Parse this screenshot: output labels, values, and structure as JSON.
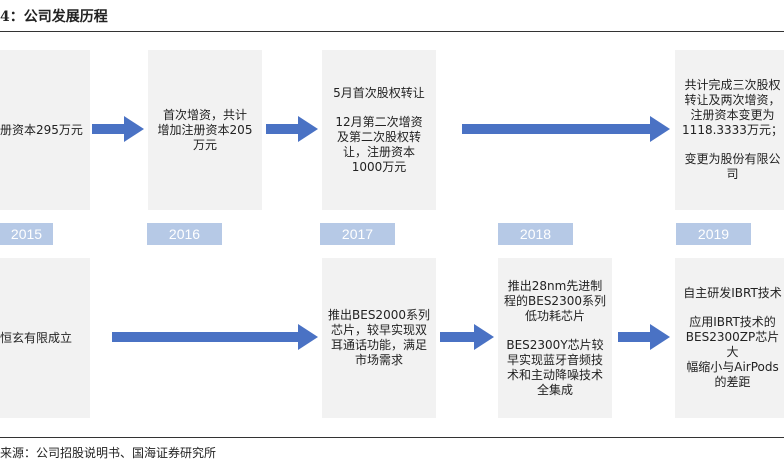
{
  "title": "4：公司发展历程",
  "colors": {
    "arrow": "#4a72c4",
    "year_bg": "#b6c9e6",
    "card_bg": "#f2f2f2"
  },
  "years": [
    "2015",
    "2016",
    "2017",
    "2018",
    "2019"
  ],
  "top_row": {
    "card_2015": [
      "册资本295万元"
    ],
    "card_2016": [
      "首次增资，共计",
      "增加注册资本205",
      "万元"
    ],
    "card_2017_a": [
      "5月首次股权转让"
    ],
    "card_2017_b": [
      "12月第二次增资",
      "及第二次股权转",
      "让，注册资本",
      "1000万元"
    ],
    "card_2019_a": [
      "共计完成三次股权",
      "转让及两次增资，",
      "注册资本变更为",
      "1118.3333万元；"
    ],
    "card_2019_b": [
      "变更为股份有限公",
      "司"
    ]
  },
  "bottom_row": {
    "card_2015": [
      "恒玄有限成立"
    ],
    "card_2017": [
      "推出BES2000系列",
      "芯片，较早实现双",
      "耳通话功能，满足",
      "市场需求"
    ],
    "card_2018_a": [
      "推出28nm先进制",
      "程的BES2300系列",
      "低功耗芯片"
    ],
    "card_2018_b": [
      "BES2300Y芯片较",
      "早实现蓝牙音频技",
      "术和主动降噪技术",
      "全集成"
    ],
    "card_2019_a": [
      "自主研发IBRT技术"
    ],
    "card_2019_b": [
      "应用IBRT技术的",
      "BES2300ZP芯片大",
      "幅缩小与AirPods",
      "的差距"
    ]
  },
  "source": "来源：公司招股说明书、国海证券研究所"
}
